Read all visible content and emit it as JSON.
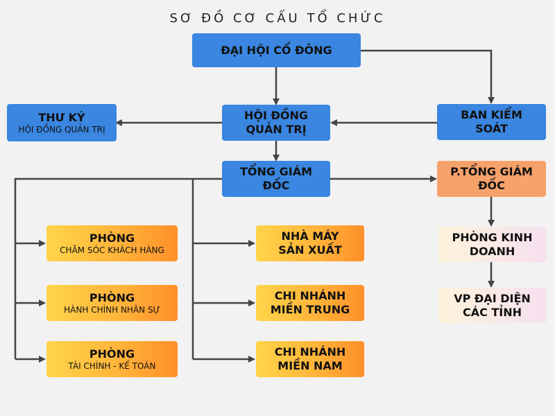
{
  "title": "SƠ ĐỒ CƠ CẤU TỔ CHỨC",
  "colors": {
    "blue": "#3a86e0",
    "connector": "#444444",
    "orange": "#ffb43a",
    "peach": "#f7a26a",
    "pink": "#f6e0ef"
  },
  "nodes": {
    "dai_hoi": {
      "line1": "ĐẠI HỘI CỔ ĐÔNG"
    },
    "thu_ky": {
      "line1": "THƯ KÝ",
      "line2": "HỘI ĐỒNG QUẢN TRỊ"
    },
    "hoi_dong": {
      "line1": "HỘI ĐỒNG",
      "line2": "QUẢN TRỊ"
    },
    "ban_kiem_soat": {
      "line1": "BAN KIỂM",
      "line2": "SOÁT"
    },
    "tong_giam_doc": {
      "line1": "TỔNG GIÁM",
      "line2": "ĐỐC"
    },
    "p_tong_giam_doc": {
      "line1": "P.TỔNG GIÁM",
      "line2": "ĐỐC"
    },
    "phong_cskh": {
      "line1": "PHÒNG",
      "line2": "CHĂM SÓC KHÁCH HÀNG"
    },
    "phong_hcns": {
      "line1": "PHÒNG",
      "line2": "HÀNH CHÍNH NHÂN SỰ"
    },
    "phong_tckt": {
      "line1": "PHÒNG",
      "line2": "TÀI CHÍNH - KẾ TOÁN"
    },
    "nha_may": {
      "line1": "NHÀ MÁY",
      "line2": "SẢN XUẤT"
    },
    "cn_mien_trung": {
      "line1": "CHI NHÁNH",
      "line2": "MIỀN TRUNG"
    },
    "cn_mien_nam": {
      "line1": "CHI NHÁNH",
      "line2": "MIỀN NAM"
    },
    "phong_kinh_doanh": {
      "line1": "PHÒNG KINH",
      "line2": "DOANH"
    },
    "vp_dai_dien": {
      "line1": "VP ĐẠI DIỆN",
      "line2": "CÁC TỈNH"
    }
  }
}
